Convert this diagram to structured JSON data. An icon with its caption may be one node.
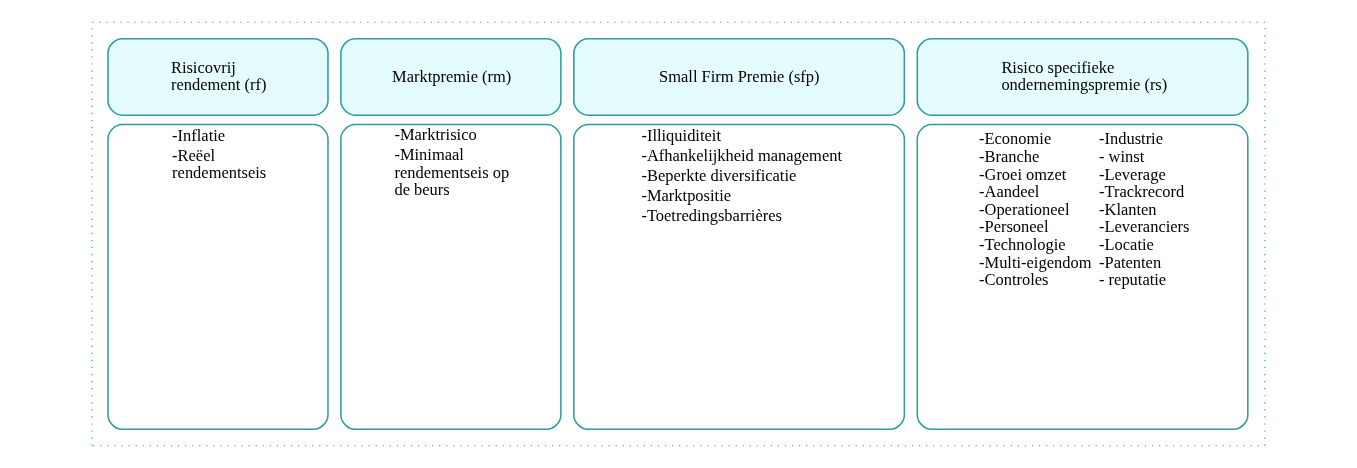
{
  "diagram": {
    "nodes": [
      {
        "text": [],
        "shape": "box"
      },
      {
        "text": [
          "Risicovrij rendement (rf)"
        ],
        "in": 0
      },
      {
        "text": [
          "-Inflatie",
          "-Reëel rendementseis"
        ],
        "in": 0
      },
      {
        "text": [
          "Marktpremie (rm)"
        ],
        "in": 0
      },
      {
        "text": [
          "-Marktrisico",
          "-Minimaal rendementseis op de beurs"
        ],
        "in": 0
      },
      {
        "text": [
          "Small Firm Premie (sfp)"
        ],
        "in": 0
      },
      {
        "text": [
          "-Illiquiditeit",
          "-Afhankelijkheid management",
          "-Beperkte diversificatie",
          "-Marktpositie",
          "-Toetredingsbarrières"
        ],
        "in": 0
      },
      {
        "text": [
          "Risico specifieke ondernemingspremie (rs)"
        ],
        "in": 0
      },
      {
        "text": [
          "-Economie",
          "-Branche",
          "-Groei omzet",
          "-Aandeel",
          "-Operationeel",
          "-Personeel",
          "-Technologie",
          "-Multi-eigendom",
          "-Controles",
          "-Industrie",
          "- winst",
          "-Leverage",
          "-Trackrecord",
          "-Klanten",
          "-Leveranciers",
          "-Locatie",
          "-Patenten",
          "- reputatie"
        ],
        "in": 0
      }
    ],
    "edges": []
  }
}
